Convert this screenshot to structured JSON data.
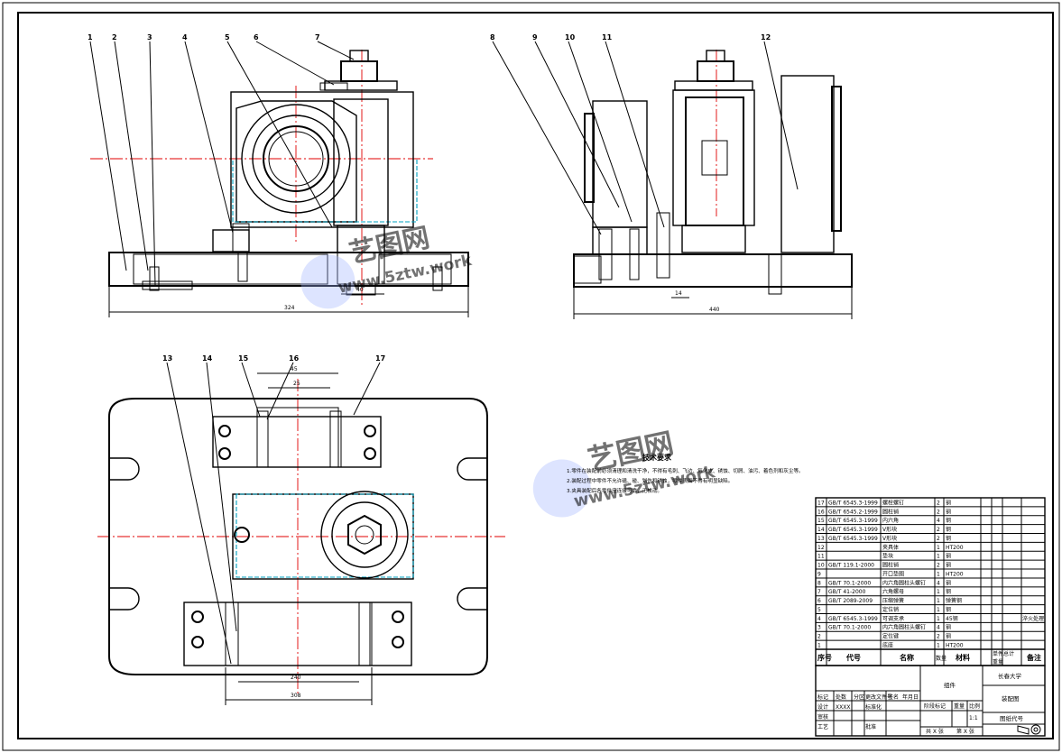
{
  "part_numbers": [
    "1",
    "2",
    "3",
    "4",
    "5",
    "6",
    "7",
    "8",
    "9",
    "10",
    "11",
    "12",
    "13",
    "14",
    "15",
    "16",
    "17"
  ],
  "dimensions": {
    "front_width": "324",
    "front_feature": "40",
    "side_width": "440",
    "side_feature": "14",
    "plan_slot_top": "45",
    "plan_slot_mid": "25",
    "plan_bottom_a": "240",
    "plan_bottom_b": "308"
  },
  "technical_requirements": {
    "title": "技术要求",
    "lines": [
      "1.零件在装配前必须清理和清洗干净，不得有毛刺、飞边、氧化皮、锈蚀、切屑、油污、着色剂和灰尘等。",
      "2.装配过程中零件不允许磕、碰、划伤和锈蚀，零件表面不得有明显缺陷。",
      "3.夹具装配后各零件应连接可靠，无松动。"
    ]
  },
  "watermark": {
    "cn": "艺图网",
    "en": "www.5ztw.work"
  },
  "bom": {
    "headers": {
      "seq": "序号",
      "code": "代号",
      "name": "名称",
      "qty": "数量",
      "material": "材料",
      "unit_weight": "单件",
      "total_weight": "总计",
      "weight": "重量",
      "remark": "备注"
    },
    "rows": [
      {
        "seq": "17",
        "code": "GB/T 6545.3-1999",
        "name": "螺栓螺钉",
        "qty": "2",
        "material": "钢",
        "remark": ""
      },
      {
        "seq": "16",
        "code": "GB/T 6545.2-1999",
        "name": "圆柱销",
        "qty": "2",
        "material": "钢",
        "remark": ""
      },
      {
        "seq": "15",
        "code": "GB/T 6545.3-1999",
        "name": "内六角",
        "qty": "4",
        "material": "钢",
        "remark": ""
      },
      {
        "seq": "14",
        "code": "GB/T 6545.3-1999",
        "name": "V形块",
        "qty": "2",
        "material": "钢",
        "remark": ""
      },
      {
        "seq": "13",
        "code": "GB/T 6545.3-1999",
        "name": "V形块",
        "qty": "2",
        "material": "钢",
        "remark": ""
      },
      {
        "seq": "12",
        "code": "",
        "name": "夹具体",
        "qty": "1",
        "material": "HT200",
        "remark": ""
      },
      {
        "seq": "11",
        "code": "",
        "name": "垫块",
        "qty": "1",
        "material": "钢",
        "remark": ""
      },
      {
        "seq": "10",
        "code": "GB/T 119.1-2000",
        "name": "圆柱销",
        "qty": "2",
        "material": "钢",
        "remark": ""
      },
      {
        "seq": "9",
        "code": "",
        "name": "开口垫圈",
        "qty": "1",
        "material": "HT200",
        "remark": ""
      },
      {
        "seq": "8",
        "code": "GB/T 70.1-2000",
        "name": "内六角圆柱头螺钉",
        "qty": "4",
        "material": "钢",
        "remark": ""
      },
      {
        "seq": "7",
        "code": "GB/T 41-2000",
        "name": "六角螺母",
        "qty": "1",
        "material": "钢",
        "remark": ""
      },
      {
        "seq": "6",
        "code": "GB/T 2089-2009",
        "name": "压缩弹簧",
        "qty": "1",
        "material": "弹簧钢",
        "remark": ""
      },
      {
        "seq": "5",
        "code": "",
        "name": "定位销",
        "qty": "1",
        "material": "钢",
        "remark": ""
      },
      {
        "seq": "4",
        "code": "GB/T 6545.3-1999",
        "name": "可调支承",
        "qty": "1",
        "material": "45钢",
        "remark": "淬火处理"
      },
      {
        "seq": "3",
        "code": "GB/T 70.1-2000",
        "name": "内六角圆柱头螺钉",
        "qty": "4",
        "material": "钢",
        "remark": ""
      },
      {
        "seq": "2",
        "code": "",
        "name": "定位键",
        "qty": "2",
        "material": "钢",
        "remark": ""
      },
      {
        "seq": "1",
        "code": "",
        "name": "底座",
        "qty": "1",
        "material": "HT200",
        "remark": ""
      }
    ]
  },
  "title_block": {
    "part": "组件",
    "school": "长春大学",
    "drawing_name": "装配图",
    "drawing_code": "图纸代号",
    "stage_mark": "阶段标记",
    "weight": "重量",
    "scale": "比例",
    "scale_value": "1:1",
    "sheet": "共 X 张",
    "sheet_no": "第 X 张",
    "mark": "标记",
    "count": "处数",
    "zone": "分区",
    "change_doc": "更改文件号",
    "signature": "签名",
    "date": "年月日",
    "design": "设计",
    "design_name": "XXXX",
    "standardize": "标准化",
    "review": "审核",
    "process": "工艺",
    "approve": "批准"
  }
}
